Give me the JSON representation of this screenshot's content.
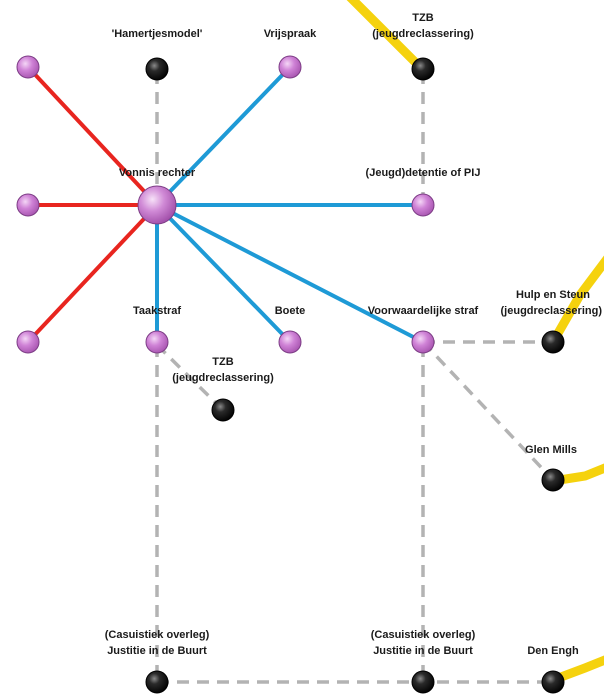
{
  "colors": {
    "red_line": "#e8251f",
    "blue_line": "#1e9ad6",
    "yellow_line": "#f5d20e",
    "dashed_line": "#b3b3b3",
    "purple_node": "#c775cf",
    "black_node": "#1c1c1c"
  },
  "labels": {
    "hamertjesmodel": "'Hamertjesmodel'",
    "vrijspraak": "Vrijspraak",
    "tzb_top_line1": "TZB",
    "tzb_top_line2": "(jeugdreclassering)",
    "vonnis_rechter": "Vonnis rechter",
    "jeugddetentie": "(Jeugd)detentie of PIJ",
    "taakstraf": "Taakstraf",
    "boete": "Boete",
    "voorwaardelijke_straf": "Voorwaardelijke straf",
    "hulp_line1": "Hulp en Steun",
    "hulp_line2": "(jeugdreclassering)",
    "tzb_mid_line1": "TZB",
    "tzb_mid_line2": "(jeugdreclassering)",
    "glen_mills": "Glen Mills",
    "casus_left_line1": "(Casuistiek overleg)",
    "casus_left_line2": "Justitie in de Buurt",
    "casus_right_line1": "(Casuistiek overleg)",
    "casus_right_line2": "Justitie in de Buurt",
    "den_engh": "Den Engh"
  }
}
